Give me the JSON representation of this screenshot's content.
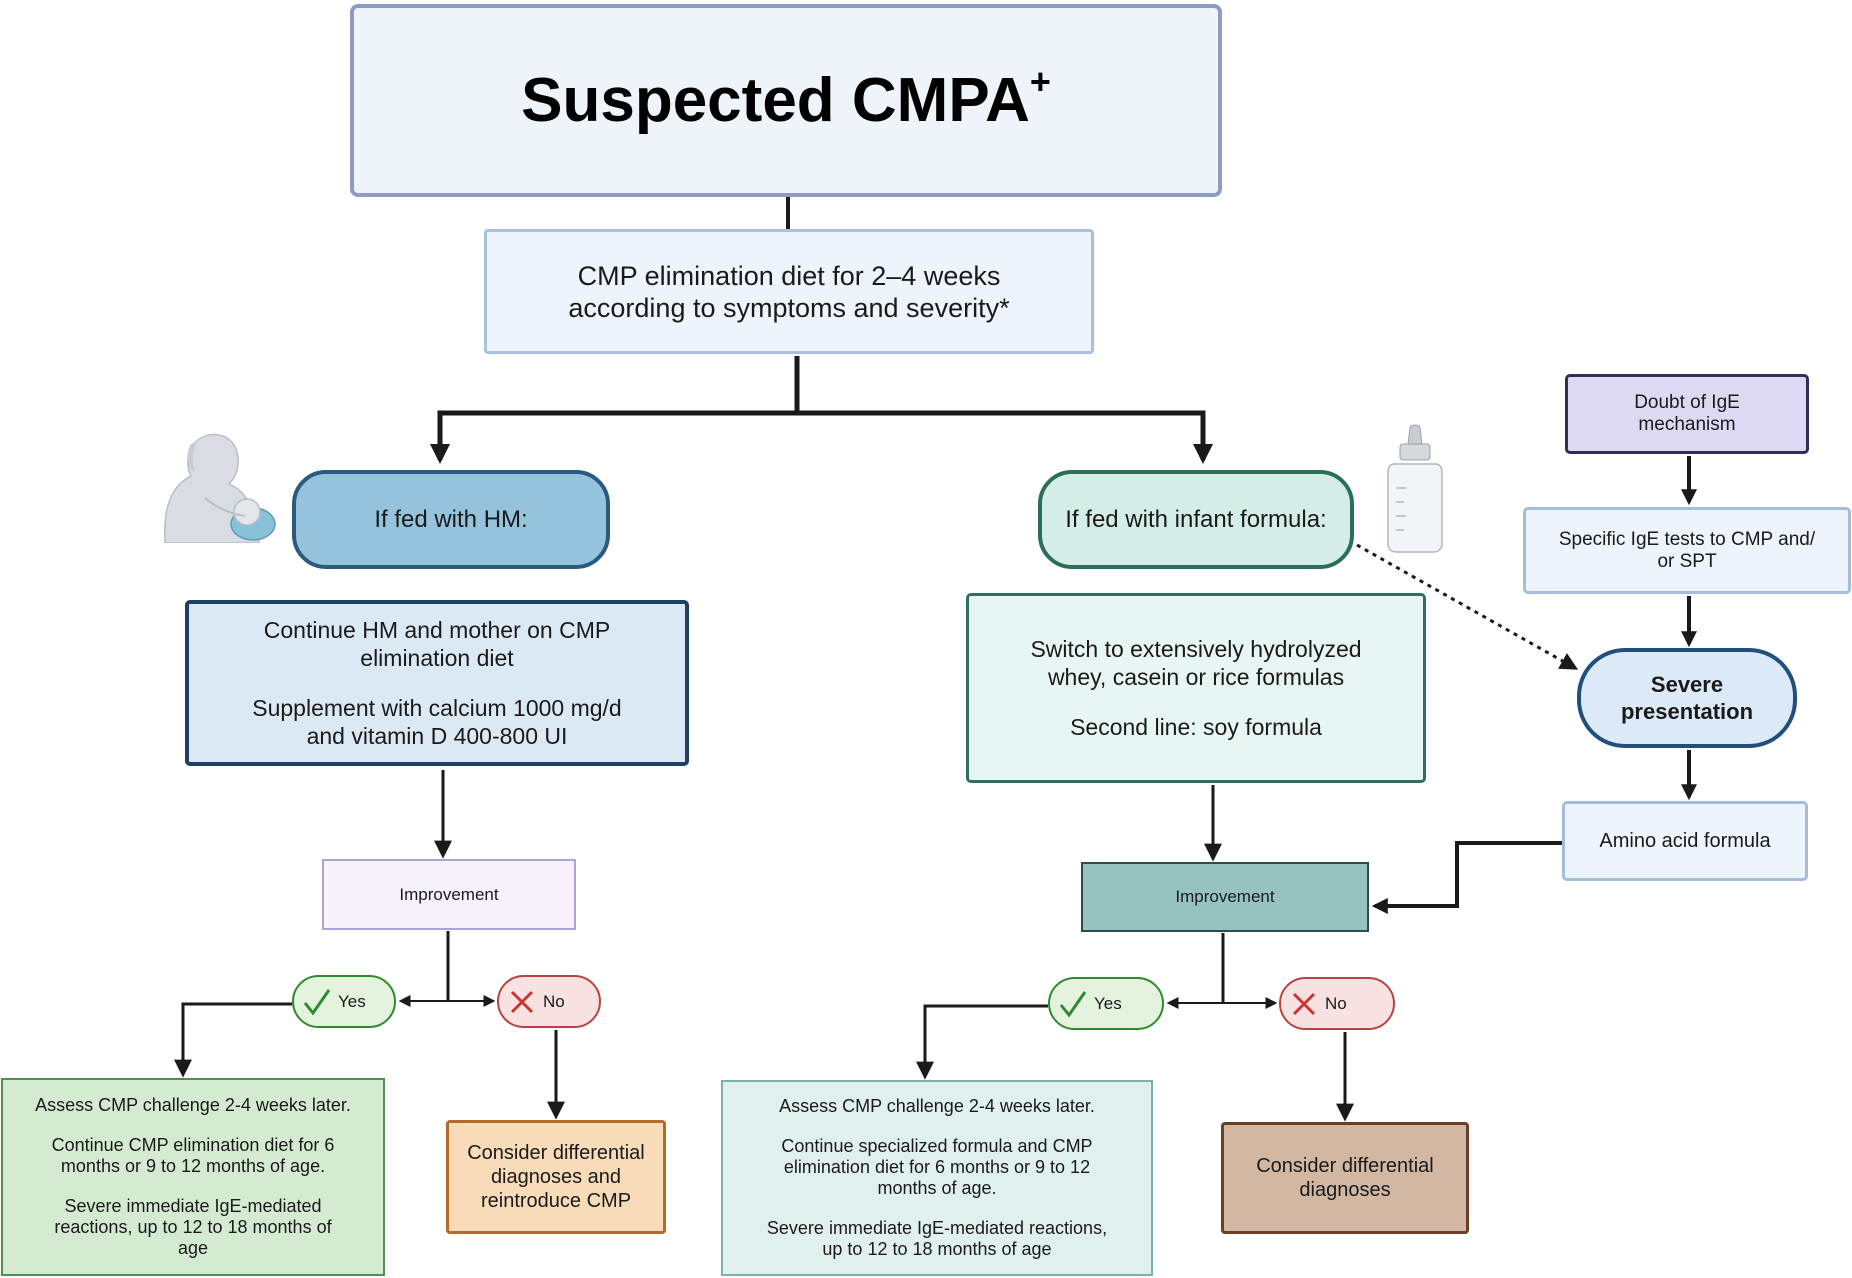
{
  "title": {
    "text": "Suspected CMPA",
    "sup": "+"
  },
  "elimination": {
    "line1": "CMP elimination diet for 2–4 weeks",
    "line2": "according to symptoms and severity*"
  },
  "human_milk": {
    "label": "If fed with HM:",
    "continue_line1": "Continue HM and mother on CMP",
    "continue_line2": "elimination diet",
    "supplement_line1": "Supplement with calcium 1000 mg/d",
    "supplement_line2": "and vitamin D 400-800 UI",
    "improvement": "Improvement",
    "yes": "Yes",
    "no": "No",
    "yes_outcome": {
      "line1": "Assess CMP challenge 2-4 weeks later.",
      "line2": "Continue CMP elimination diet for 6",
      "line3": "months or 9 to 12 months of age.",
      "line4": "Severe immediate IgE-mediated",
      "line5": "reactions, up to 12 to 18 months of",
      "line6": "age"
    },
    "no_outcome": {
      "line1": "Consider differential",
      "line2": "diagnoses and",
      "line3": "reintroduce CMP"
    }
  },
  "infant_formula": {
    "label": "If fed with infant formula:",
    "switch_line1": "Switch to extensively hydrolyzed",
    "switch_line2": "whey, casein or rice formulas",
    "second_line": "Second line: soy formula",
    "improvement": "Improvement",
    "yes": "Yes",
    "no": "No",
    "yes_outcome": {
      "line1": "Assess CMP challenge 2-4 weeks later.",
      "line2": "Continue specialized formula and CMP",
      "line3": "elimination diet for 6 months or 9 to 12",
      "line4": "months of age.",
      "line5": "Severe immediate IgE-mediated reactions,",
      "line6": "up to 12 to 18 months of age"
    },
    "no_outcome": {
      "line1": "Consider differential",
      "line2": "diagnoses"
    }
  },
  "ige_pathway": {
    "doubt_line1": "Doubt of IgE",
    "doubt_line2": "mechanism",
    "tests_line1": "Specific IgE tests to CMP and/",
    "tests_line2": "or SPT",
    "severe_line1": "Severe",
    "severe_line2": "presentation",
    "amino": "Amino acid formula"
  },
  "colors": {
    "arrow": "#1a1a1a",
    "yes_check": "#2f8a2f",
    "no_cross": "#c93434"
  },
  "icons": [
    "breastfeeding-mother-illustration",
    "baby-bottle-illustration",
    "check-icon",
    "cross-icon"
  ]
}
